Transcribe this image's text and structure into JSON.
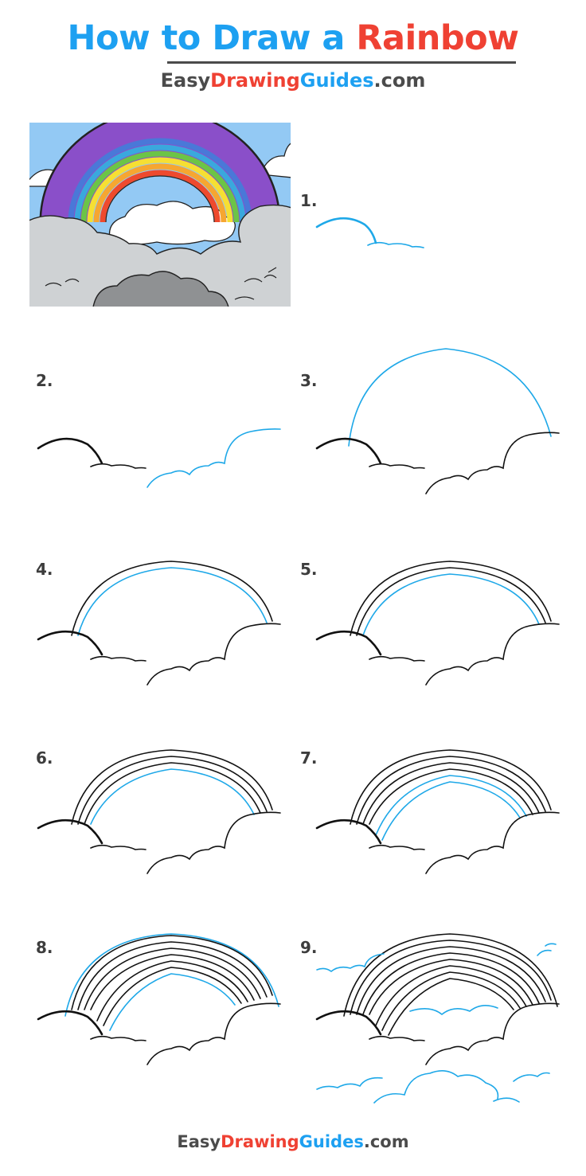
{
  "header": {
    "title_part1": "How to Draw a ",
    "title_part2": "Rainbow",
    "brand_part1": "Easy",
    "brand_part2": "Drawing",
    "brand_part3": "Guides",
    "brand_part4": ".com"
  },
  "steps": [
    "1.",
    "2.",
    "3.",
    "4.",
    "5.",
    "6.",
    "7.",
    "8.",
    "9."
  ],
  "footer": {
    "brand_part1": "Easy",
    "brand_part2": "Drawing",
    "brand_part3": "Guides",
    "brand_part4": ".com"
  },
  "colors": {
    "title_blue": "#1da0f1",
    "title_red": "#ef4133",
    "text_gray": "#4b4b4b",
    "guide_blue": "#1ea8e8",
    "sky": "#93c9f4",
    "cloud_gray": "#cfd2d4",
    "cloud_dark": "#8f9193",
    "rainbow": [
      "#8a4fc9",
      "#4a78d8",
      "#3aa8dd",
      "#6cc447",
      "#f6df33",
      "#f6a631",
      "#ee4a2e"
    ]
  }
}
